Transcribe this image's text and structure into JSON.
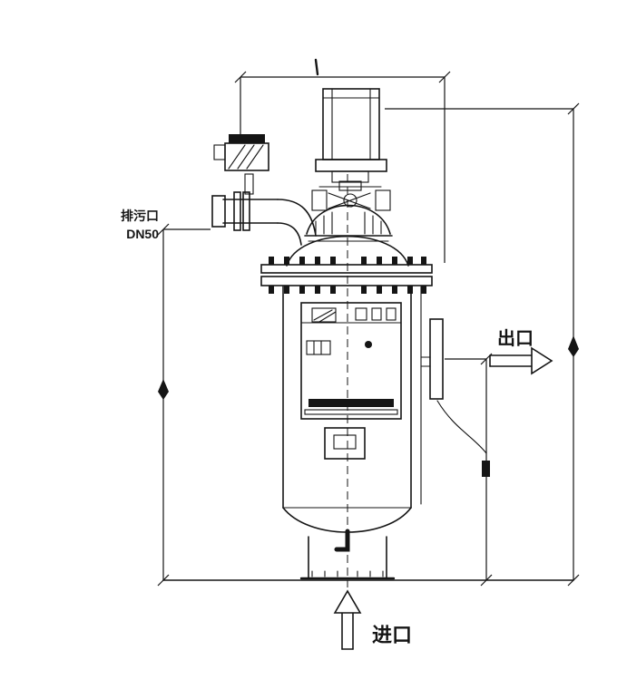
{
  "diagram": {
    "labels": {
      "drain_line1": "排污口",
      "drain_line2": "DN50",
      "outlet": "出口",
      "inlet": "进口"
    },
    "colors": {
      "line": "#151515",
      "background": "#ffffff"
    }
  }
}
